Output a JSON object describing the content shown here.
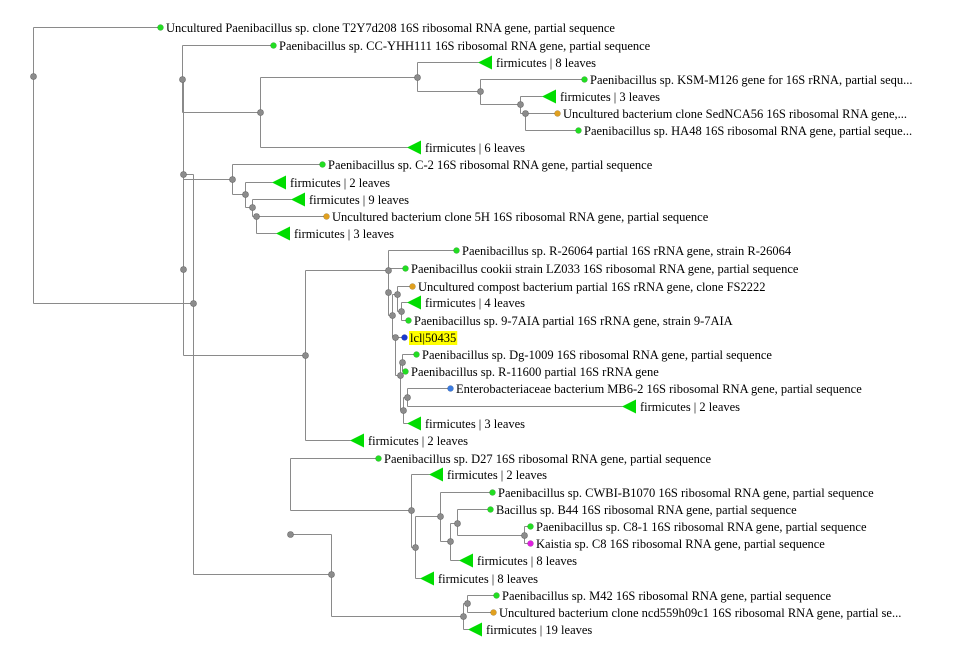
{
  "colors": {
    "branch": "#8a8a8a",
    "internal_node": "#8c8c8c",
    "collapsed_clade": "#00dd00",
    "leaf_green": "#22dd22",
    "leaf_orange": "#e0a020",
    "leaf_blue": "#3a7be0",
    "leaf_magenta": "#e020e0",
    "query_leaf": "#1a3ad0",
    "highlight_bg": "#ffff00"
  },
  "icons": {
    "collapsed_clade": "green-triangle-icon",
    "leaf": "dot-icon"
  },
  "tree": {
    "leaves": [
      {
        "id": "L1",
        "kind": "leaf",
        "color": "green",
        "label": "Uncultured Paenibacillus sp. clone T2Y7d208 16S ribosomal RNA gene, partial sequence"
      },
      {
        "id": "L2",
        "kind": "leaf",
        "color": "green",
        "label": "Paenibacillus sp. CC-YHH111 16S ribosomal RNA gene, partial sequence"
      },
      {
        "id": "L3",
        "kind": "clade",
        "color": "green",
        "label": "firmicutes | 8 leaves"
      },
      {
        "id": "L4",
        "kind": "leaf",
        "color": "green",
        "label": "Paenibacillus sp. KSM-M126 gene for 16S rRNA, partial sequ..."
      },
      {
        "id": "L5",
        "kind": "clade",
        "color": "green",
        "label": "firmicutes | 3 leaves"
      },
      {
        "id": "L6",
        "kind": "leaf",
        "color": "orange",
        "label": "Uncultured bacterium clone SedNCA56 16S ribosomal RNA gene,..."
      },
      {
        "id": "L7",
        "kind": "leaf",
        "color": "green",
        "label": "Paenibacillus sp. HA48 16S ribosomal RNA gene, partial seque..."
      },
      {
        "id": "L8",
        "kind": "clade",
        "color": "green",
        "label": "firmicutes | 6 leaves"
      },
      {
        "id": "L9",
        "kind": "leaf",
        "color": "green",
        "label": "Paenibacillus sp. C-2 16S ribosomal RNA gene, partial sequence"
      },
      {
        "id": "L10",
        "kind": "clade",
        "color": "green",
        "label": "firmicutes | 2 leaves"
      },
      {
        "id": "L11",
        "kind": "clade",
        "color": "green",
        "label": "firmicutes | 9 leaves"
      },
      {
        "id": "L12",
        "kind": "leaf",
        "color": "orange",
        "label": "Uncultured bacterium clone 5H 16S ribosomal RNA gene, partial sequence"
      },
      {
        "id": "L13",
        "kind": "clade",
        "color": "green",
        "label": "firmicutes | 3 leaves"
      },
      {
        "id": "L14",
        "kind": "leaf",
        "color": "green",
        "label": "Paenibacillus sp. R-26064 partial 16S rRNA gene, strain R-26064"
      },
      {
        "id": "L15",
        "kind": "leaf",
        "color": "green",
        "label": "Paenibacillus cookii strain LZ033 16S ribosomal RNA gene, partial sequence"
      },
      {
        "id": "L16",
        "kind": "leaf",
        "color": "orange",
        "label": "Uncultured compost bacterium partial 16S rRNA gene, clone FS2222"
      },
      {
        "id": "L17",
        "kind": "clade",
        "color": "green",
        "label": "firmicutes | 4 leaves"
      },
      {
        "id": "L18",
        "kind": "leaf",
        "color": "green",
        "label": "Paenibacillus sp. 9-7AIA partial 16S rRNA gene, strain 9-7AIA"
      },
      {
        "id": "L19",
        "kind": "leaf",
        "color": "query",
        "label": "lcl|50435",
        "highlight": true
      },
      {
        "id": "L20",
        "kind": "leaf",
        "color": "green",
        "label": "Paenibacillus sp. Dg-1009 16S ribosomal RNA gene, partial sequence"
      },
      {
        "id": "L21",
        "kind": "leaf",
        "color": "green",
        "label": "Paenibacillus sp. R-11600 partial 16S rRNA gene"
      },
      {
        "id": "L22",
        "kind": "leaf",
        "color": "blue",
        "label": "Enterobacteriaceae bacterium MB6-2 16S ribosomal RNA gene, partial sequence"
      },
      {
        "id": "L23",
        "kind": "clade",
        "color": "green",
        "label": "firmicutes | 2 leaves"
      },
      {
        "id": "L24",
        "kind": "clade",
        "color": "green",
        "label": "firmicutes | 3 leaves"
      },
      {
        "id": "L25",
        "kind": "clade",
        "color": "green",
        "label": "firmicutes | 2 leaves"
      },
      {
        "id": "L26",
        "kind": "leaf",
        "color": "green",
        "label": "Paenibacillus sp. D27 16S ribosomal RNA gene, partial sequence"
      },
      {
        "id": "L27",
        "kind": "clade",
        "color": "green",
        "label": "firmicutes | 2 leaves"
      },
      {
        "id": "L28",
        "kind": "leaf",
        "color": "green",
        "label": "Paenibacillus sp. CWBI-B1070 16S ribosomal RNA gene, partial sequence"
      },
      {
        "id": "L29",
        "kind": "leaf",
        "color": "green",
        "label": "Bacillus sp. B44 16S ribosomal RNA gene, partial sequence"
      },
      {
        "id": "L30",
        "kind": "leaf",
        "color": "green",
        "label": "Paenibacillus sp. C8-1 16S ribosomal RNA gene, partial sequence"
      },
      {
        "id": "L31",
        "kind": "leaf",
        "color": "magenta",
        "label": "Kaistia sp. C8 16S ribosomal RNA gene, partial sequence"
      },
      {
        "id": "L32",
        "kind": "clade",
        "color": "green",
        "label": "firmicutes | 8 leaves"
      },
      {
        "id": "L33",
        "kind": "clade",
        "color": "green",
        "label": "firmicutes | 8 leaves"
      },
      {
        "id": "L34",
        "kind": "leaf",
        "color": "green",
        "label": "Paenibacillus sp. M42 16S ribosomal RNA gene, partial sequence"
      },
      {
        "id": "L35",
        "kind": "leaf",
        "color": "orange",
        "label": "Uncultured bacterium clone ncd559h09c1 16S ribosomal RNA gene, partial se..."
      },
      {
        "id": "L36",
        "kind": "clade",
        "color": "green",
        "label": "firmicutes | 19 leaves"
      }
    ]
  }
}
